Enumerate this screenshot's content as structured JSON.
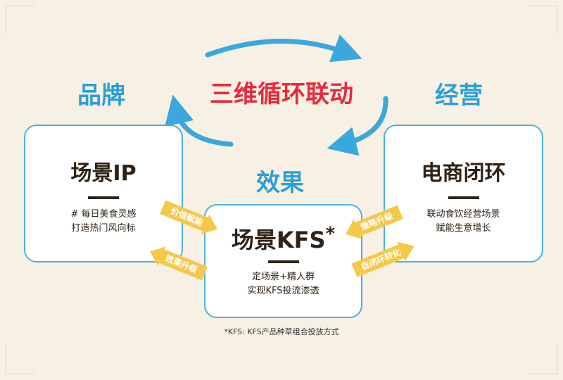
{
  "title": "三维循环联动",
  "labels": {
    "brand": "品牌",
    "operation": "经营",
    "effect": "效果"
  },
  "boxes": {
    "left": {
      "heading": "场景IP",
      "lines": [
        "# 每日美食灵感",
        "打造热门风向标"
      ]
    },
    "center": {
      "heading": "场景KFS",
      "asterisk": "*",
      "lines": [
        "定场景+精人群",
        "实现KFS投流渗透"
      ]
    },
    "right": {
      "heading": "电商闭环",
      "lines": [
        "联动食饮经营场景",
        "赋能生意增长"
      ]
    }
  },
  "connectors": {
    "left_top": "价值赋能",
    "left_bottom": "效果升级",
    "right_top": "策略升级",
    "right_bottom": "自闭环转化"
  },
  "footnote": "*KFS: KFS产品种草组合投放方式",
  "colors": {
    "blue": "#3aa8dc",
    "red": "#e8293c",
    "yellow": "#f4c94b",
    "dark": "#2f2216"
  }
}
